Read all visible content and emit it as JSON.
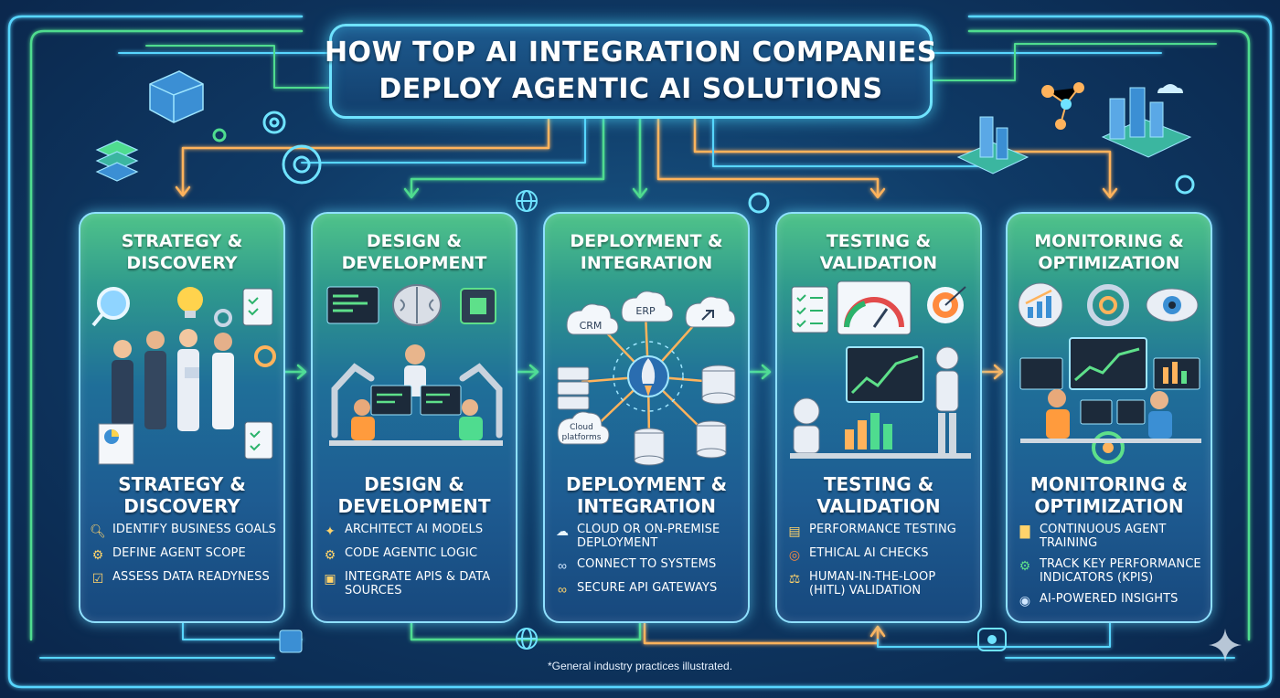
{
  "title": {
    "line1": "HOW TOP AI INTEGRATION COMPANIES",
    "line2": "DEPLOY AGENTIC AI SOLUTIONS"
  },
  "stages": [
    {
      "top_title": [
        "STRATEGY &",
        "DISCOVERY"
      ],
      "title": [
        "STRATEGY &",
        "DISCOVERY"
      ],
      "items": [
        {
          "icon": "magnifier-icon",
          "text": "Identify business goals"
        },
        {
          "icon": "gears-icon",
          "text": "Define agent scope"
        },
        {
          "icon": "clipboard-check-icon",
          "text": "Assess data readyness"
        }
      ]
    },
    {
      "top_title": [
        "DESIGN &",
        "DEVELOPMENT"
      ],
      "title": [
        "DESIGN &",
        "DEVELOPMENT"
      ],
      "items": [
        {
          "icon": "network-icon",
          "text": "Architect AI models"
        },
        {
          "icon": "code-icon",
          "text": "Code agentic logic"
        },
        {
          "icon": "chip-icon",
          "text": "Integrate APIs & data sources"
        }
      ]
    },
    {
      "top_title": [
        "DEPLOYMENT &",
        "INTEGRATION"
      ],
      "title": [
        "DEPLOYMENT &",
        "INTEGRATION"
      ],
      "items": [
        {
          "icon": "cloud-icon",
          "text": "Cloud or on-premise deployment"
        },
        {
          "icon": "link-icon",
          "text": "Connect to systems"
        },
        {
          "icon": "chain-icon",
          "text": "Secure API gateways"
        }
      ]
    },
    {
      "top_title": [
        "TESTING &",
        "VALIDATION"
      ],
      "title": [
        "TESTING &",
        "VALIDATION"
      ],
      "items": [
        {
          "icon": "document-icon",
          "text": "Performance testing"
        },
        {
          "icon": "target-icon",
          "text": "Ethical AI checks"
        },
        {
          "icon": "scales-icon",
          "text": "Human-in-the-loop (HITL) validation"
        }
      ]
    },
    {
      "top_title": [
        "MONITORING &",
        "OPTIMIZATION"
      ],
      "title": [
        "MONITORING &",
        "OPTIMIZATION"
      ],
      "items": [
        {
          "icon": "bar-chart-icon",
          "text": "Continuous agent training"
        },
        {
          "icon": "gear-icon",
          "text": "Track key performance indicators (KPIs)"
        },
        {
          "icon": "eye-icon",
          "text": "AI-powered insights"
        }
      ]
    }
  ],
  "illustration_labels": {
    "crm": "CRM",
    "erp": "ERP",
    "cloud_platforms": [
      "Cloud",
      "platforms"
    ]
  },
  "footer_note": "*General industry practices illustrated.",
  "colors": {
    "background": "#0f3a66",
    "neon_cyan": "#6fe3ff",
    "neon_green": "#5ee08a",
    "neon_orange": "#ffb35c",
    "card_top": "#4fc38a",
    "card_bottom": "#17487d"
  }
}
